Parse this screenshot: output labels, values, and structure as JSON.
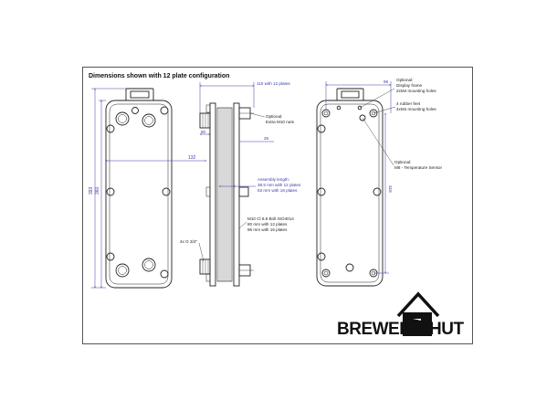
{
  "drawing": {
    "title": "Dimensions shown with 12 plate configuration"
  },
  "dimensions": {
    "width_132": "132",
    "height_393": "393",
    "height_360": "360",
    "depth_110": "110 with 12 plates",
    "depth_80": "80",
    "depth_26": "26",
    "width_96": "96",
    "height_318": "318"
  },
  "notes": {
    "extra_nuts": [
      "Optional:",
      "Extra M10 nuts"
    ],
    "assembly_length": [
      "Assembly length:",
      "38.5 mm with 12 plates",
      "53 mm with 16 plates"
    ],
    "bolt": [
      "M10 Cl 8.8 Bolt ISO4014",
      "80 mm with 12 plates",
      "95 mm with 16 plates"
    ],
    "port_thread": "4x G 3/4\"",
    "display_frame": [
      "Optional:",
      "Display frame",
      "2xM4 mounting holes"
    ],
    "rubber_feet": [
      "4 rubber feet",
      "4xM4 mounting holes"
    ],
    "temp_sensor": [
      "Optional:",
      "M8 - Temperature Sensor"
    ]
  },
  "logo": {
    "word_left": "BREWERS",
    "word_right": "HUT"
  },
  "colors": {
    "line": "#222222",
    "dimension": "#3a3aa8",
    "sheet_border": "#555555"
  }
}
